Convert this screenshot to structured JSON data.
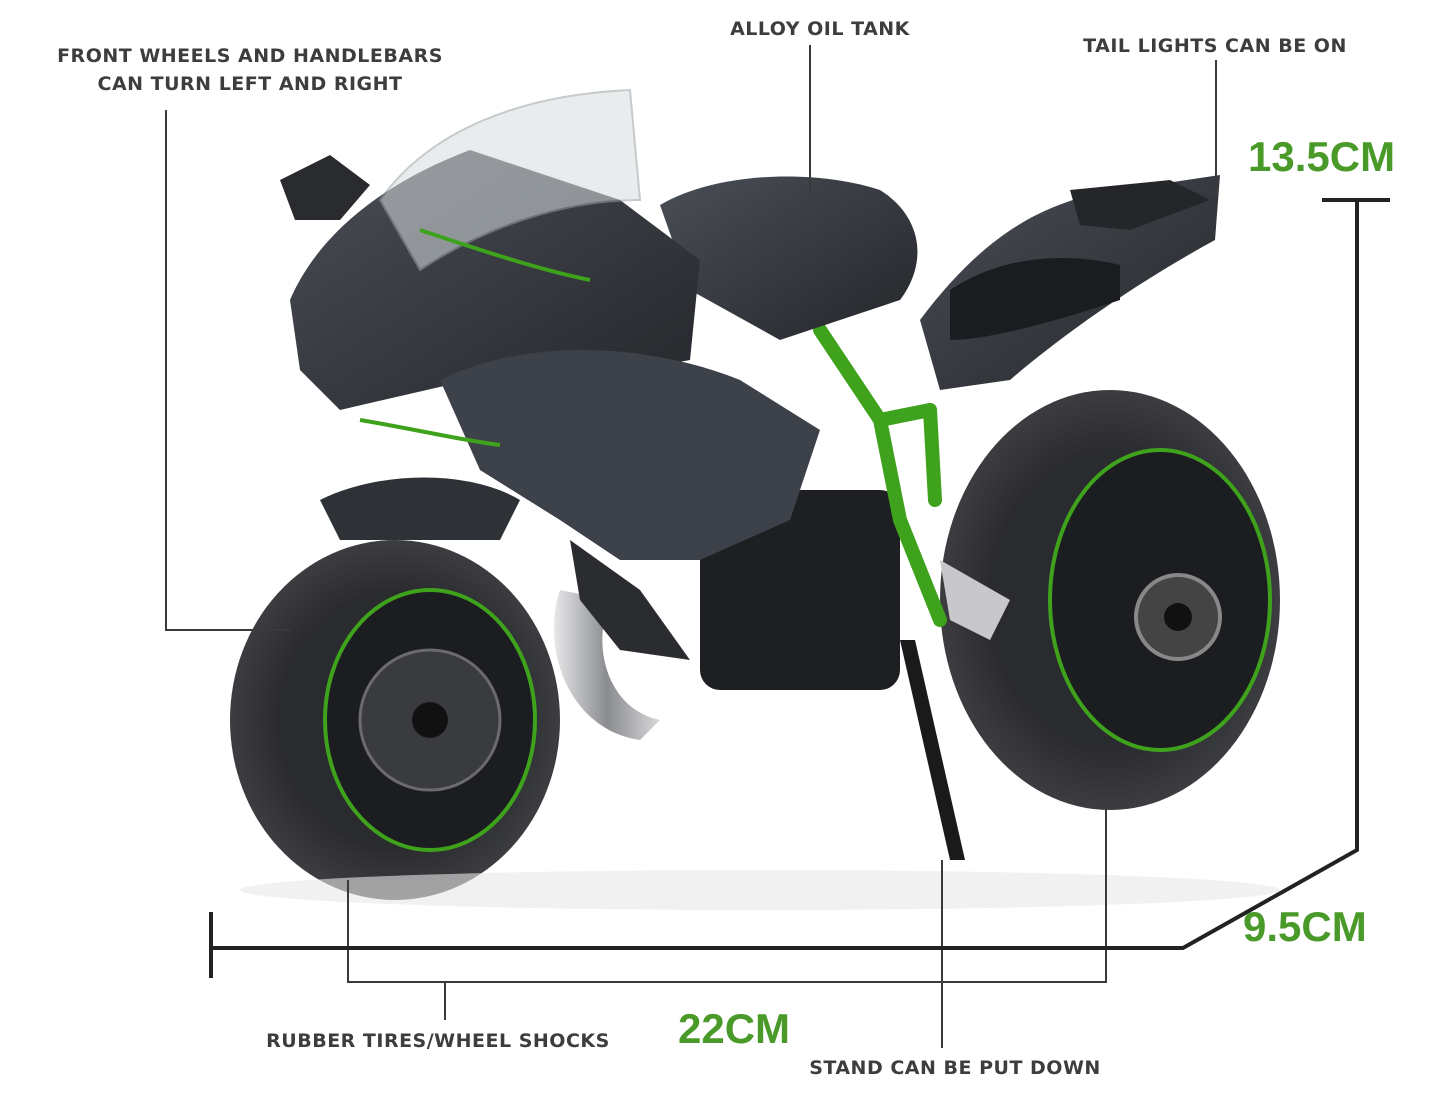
{
  "annotations": {
    "front_wheels": [
      "FRONT WHEELS AND HANDLEBARS",
      "CAN TURN LEFT AND RIGHT"
    ],
    "oil_tank": "ALLOY OIL TANK",
    "tail_lights": "TAIL LIGHTS CAN BE ON",
    "tires": "RUBBER TIRES/WHEEL SHOCKS",
    "stand": "STAND CAN BE PUT DOWN"
  },
  "dimensions": {
    "height": "13.5CM",
    "width": "9.5CM",
    "length": "22CM"
  },
  "colors": {
    "accent": "#4a9a2a",
    "label_text": "#3d3d3d",
    "body_dark": "#2e3136",
    "trim_green": "#3fa21c"
  }
}
